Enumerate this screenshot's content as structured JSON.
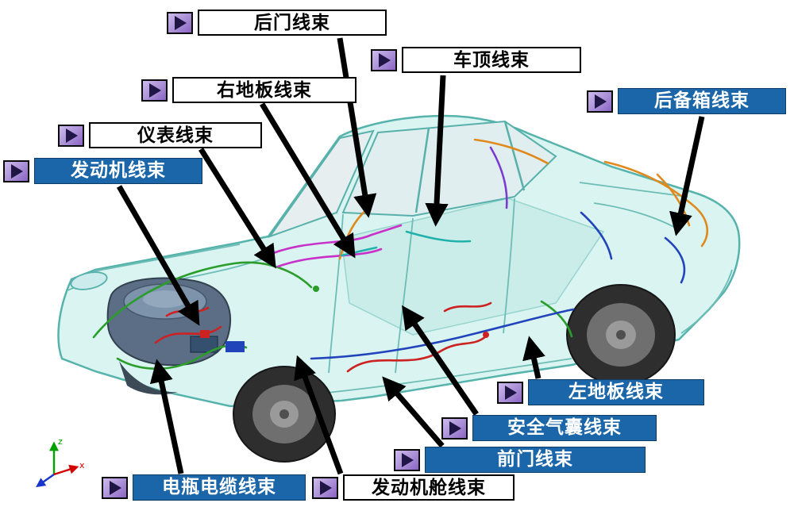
{
  "colors": {
    "label_blue_bg": "#1b66a8",
    "label_white_bg": "#ffffff",
    "marker_purple": "#a98fd6",
    "car_body_fill": "#d9f4f1",
    "car_outline": "#56b3ac",
    "arrow_black": "#000000"
  },
  "labels": [
    {
      "key": "rear-door",
      "text": "后门线束",
      "variant": "white"
    },
    {
      "key": "roof",
      "text": "车顶线束",
      "variant": "white"
    },
    {
      "key": "right-floor",
      "text": "右地板线束",
      "variant": "white"
    },
    {
      "key": "instrument",
      "text": "仪表线束",
      "variant": "white"
    },
    {
      "key": "engine",
      "text": "发动机线束",
      "variant": "blue"
    },
    {
      "key": "trunk",
      "text": "后备箱线束",
      "variant": "blue"
    },
    {
      "key": "left-floor",
      "text": "左地板线束",
      "variant": "blue"
    },
    {
      "key": "airbag",
      "text": "安全气囊线束",
      "variant": "blue"
    },
    {
      "key": "front-door",
      "text": "前门线束",
      "variant": "blue"
    },
    {
      "key": "battery-cable",
      "text": "电瓶电缆线束",
      "variant": "blue"
    },
    {
      "key": "engine-bay",
      "text": "发动机舱线束",
      "variant": "white"
    }
  ],
  "axes": {
    "x_label": "x",
    "z_label": "z"
  }
}
